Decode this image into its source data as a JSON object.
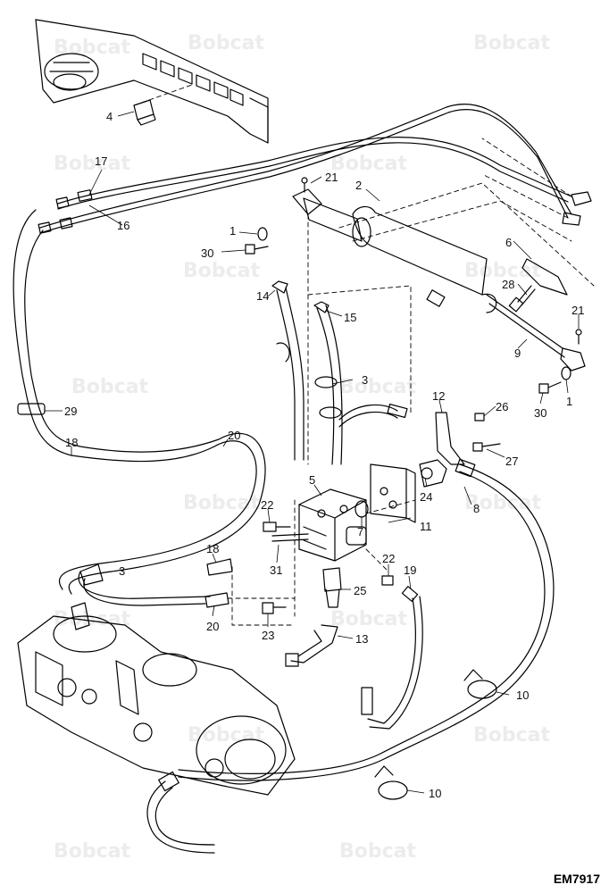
{
  "watermark": {
    "text": "Bobcat"
  },
  "drawing_code": "EM7917",
  "callouts": [
    "1",
    "1",
    "2",
    "3",
    "3",
    "4",
    "5",
    "6",
    "7",
    "8",
    "9",
    "10",
    "10",
    "11",
    "12",
    "13",
    "14",
    "15",
    "16",
    "17",
    "18",
    "18",
    "19",
    "20",
    "20",
    "21",
    "21",
    "22",
    "22",
    "23",
    "24",
    "25",
    "26",
    "27",
    "28",
    "29",
    "30",
    "30",
    "31"
  ]
}
